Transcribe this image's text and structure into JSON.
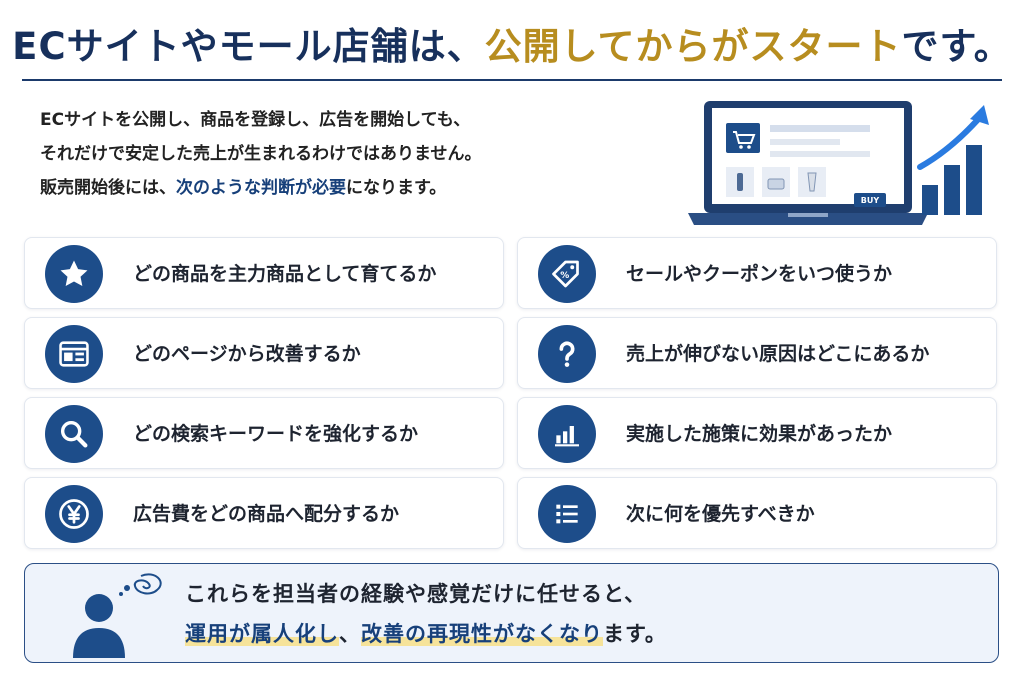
{
  "header": {
    "title_part1": "ECサイトやモール店舗は、",
    "title_accent": "公開してからがスタート",
    "title_part2": "です。"
  },
  "intro": {
    "line1": "ECサイトを公開し、商品を登録し、広告を開始しても、",
    "line2": "それだけで安定した売上が生まれるわけではありません。",
    "line3_pre": "販売開始後には、",
    "line3_highlight": "次のような判断が必要",
    "line3_post": "になります。"
  },
  "illustration": {
    "buy_label": "BUY",
    "icons": [
      "laptop-icon",
      "cart-icon",
      "growth-chart-icon",
      "arrow-up-icon"
    ]
  },
  "cards": [
    {
      "icon": "star-icon",
      "label": "どの商品を主力商品として育てるか"
    },
    {
      "icon": "price-tag-icon",
      "label": "セールやクーポンをいつ使うか"
    },
    {
      "icon": "browser-window-icon",
      "label": "どのページから改善するか"
    },
    {
      "icon": "question-icon",
      "label": "売上が伸びない原因はどこにあるか"
    },
    {
      "icon": "search-icon",
      "label": "どの検索キーワードを強化するか"
    },
    {
      "icon": "bar-chart-icon",
      "label": "実施した施策に効果があったか"
    },
    {
      "icon": "yen-icon",
      "label": "広告費をどの商品へ配分するか"
    },
    {
      "icon": "list-icon",
      "label": "次に何を優先すべきか"
    }
  ],
  "bottom": {
    "line1": "これらを担当者の経験や感覚だけに任せると、",
    "line2_a": "運用が属人化し",
    "line2_sep": "、",
    "line2_b": "改善の再現性がなくなり",
    "line2_end": "ます。",
    "icon": "person-thinking-icon"
  },
  "colors": {
    "navy": "#17305c",
    "accent_gold": "#b78d1f",
    "icon_blue": "#1d4d8a",
    "highlight_yellow": "#f6e39a"
  }
}
